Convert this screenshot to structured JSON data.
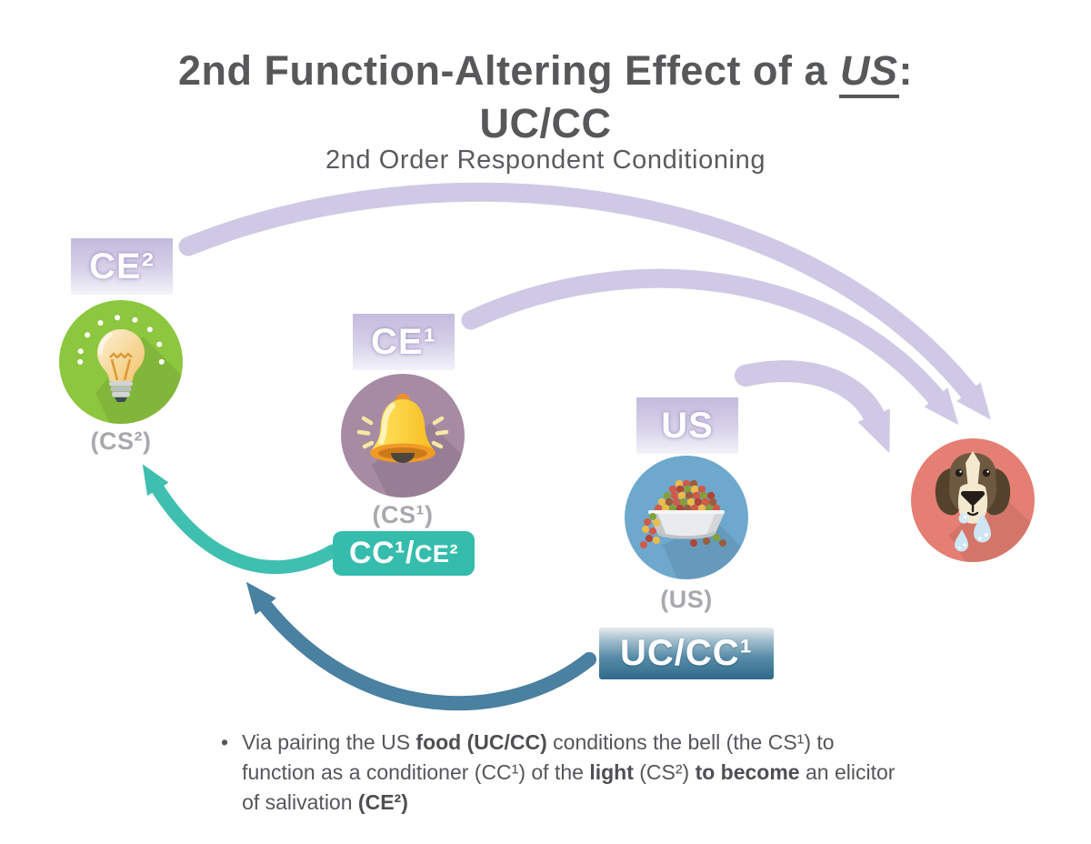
{
  "colors": {
    "title_text": "#57585a",
    "subtitle_text": "#5a5b5e",
    "caption_text": "#a7a9ac",
    "body_text": "#55565a",
    "tag_box_lavender": "#c3bbdd",
    "arrow_lavender": "#cfc9e6",
    "arrow_teal": "#3fbfb0",
    "arrow_steel_blue": "#4a80a0",
    "teal_badge": "#35bcad",
    "blue_badge_dark": "#2f6a89",
    "lightbulb_circle": "#8dc63f",
    "bell_circle": "#a78ba3",
    "bowl_circle": "#6ea8cd",
    "dog_circle": "#e57e73"
  },
  "header": {
    "title_prefix": "2nd Function-Altering Effect of a ",
    "title_emphasis": "US",
    "title_suffix": ":",
    "title_line2": "UC/CC",
    "subtitle": "2nd Order Respondent Conditioning"
  },
  "nodes": {
    "light": {
      "tag": "CE²",
      "caption": "(CS²)"
    },
    "bell": {
      "tag": "CE¹",
      "caption": "(CS¹)",
      "badge_main": "CC¹/",
      "badge_small": "CE²"
    },
    "food": {
      "tag": "US",
      "caption": "(US)",
      "badge": "UC/CC¹"
    }
  },
  "note": {
    "marker": "•",
    "s1": "Via pairing the US ",
    "s2_bold": "food (UC/CC)",
    "s3": " conditions the bell (the CS¹) to function as a conditioner (CC¹) of the ",
    "s4_bold": "light",
    "s5": " (CS²) ",
    "s6_bold": "to become",
    "s7": " an elicitor of salivation ",
    "s8_bold": "(CE²)"
  }
}
